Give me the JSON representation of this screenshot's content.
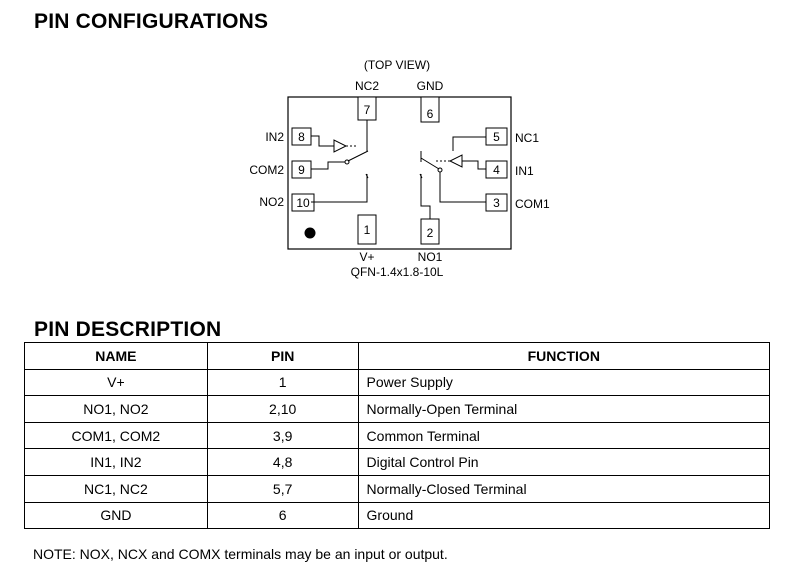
{
  "titles": {
    "pin_configurations": "PIN CONFIGURATIONS",
    "pin_description": "PIN DESCRIPTION"
  },
  "diagram": {
    "view_label": "(TOP VIEW)",
    "package_label": "QFN-1.4x1.8-10L",
    "pins": [
      {
        "number": "1",
        "name": "V+"
      },
      {
        "number": "2",
        "name": "NO1"
      },
      {
        "number": "3",
        "name": "COM1"
      },
      {
        "number": "4",
        "name": "IN1"
      },
      {
        "number": "5",
        "name": "NC1"
      },
      {
        "number": "6",
        "name": "GND"
      },
      {
        "number": "7",
        "name": "NC2"
      },
      {
        "number": "8",
        "name": "IN2"
      },
      {
        "number": "9",
        "name": "COM2"
      },
      {
        "number": "10",
        "name": "NO2"
      }
    ]
  },
  "table": {
    "headers": [
      "NAME",
      "PIN",
      "FUNCTION"
    ],
    "rows": [
      [
        "V+",
        "1",
        "Power Supply"
      ],
      [
        "NO1, NO2",
        "2,10",
        "Normally-Open Terminal"
      ],
      [
        "COM1, COM2",
        "3,9",
        "Common Terminal"
      ],
      [
        "IN1, IN2",
        "4,8",
        "Digital Control Pin"
      ],
      [
        "NC1, NC2",
        "5,7",
        "Normally-Closed Terminal"
      ],
      [
        "GND",
        "6",
        "Ground"
      ]
    ]
  },
  "note": "NOTE: NOX, NCX and COMX terminals may be an input or output."
}
